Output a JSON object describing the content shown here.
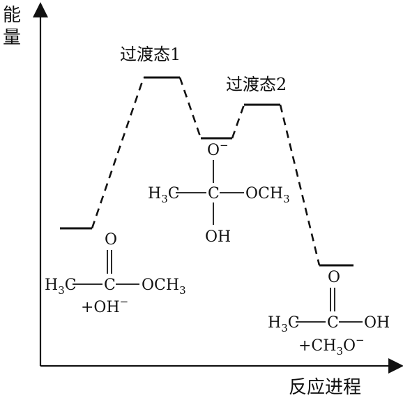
{
  "axes": {
    "y_label_line1": "能",
    "y_label_line2": "量",
    "x_label": "反应进程"
  },
  "transition_states": {
    "ts1": "过渡态1",
    "ts2": "过渡态2"
  },
  "reactants": {
    "carbonyl_o": "O",
    "h3c": "H",
    "h3c_sub": "3",
    "h3c_c": "C",
    "center_c": "C",
    "och3": "OCH",
    "och3_sub": "3",
    "plus_ion": "+OH",
    "ion_charge": "−"
  },
  "intermediate": {
    "top_o": "O",
    "top_charge": "−",
    "h3c": "H",
    "h3c_sub": "3",
    "h3c_c": "C",
    "center_c": "C",
    "och3": "OCH",
    "och3_sub": "3",
    "oh": "OH"
  },
  "products": {
    "carbonyl_o": "O",
    "h3c": "H",
    "h3c_sub": "3",
    "h3c_c": "C",
    "center_c": "C",
    "oh": "OH",
    "plus_ion": "+CH",
    "ion_sub": "3",
    "ion_o": "O",
    "ion_charge": "−"
  }
}
